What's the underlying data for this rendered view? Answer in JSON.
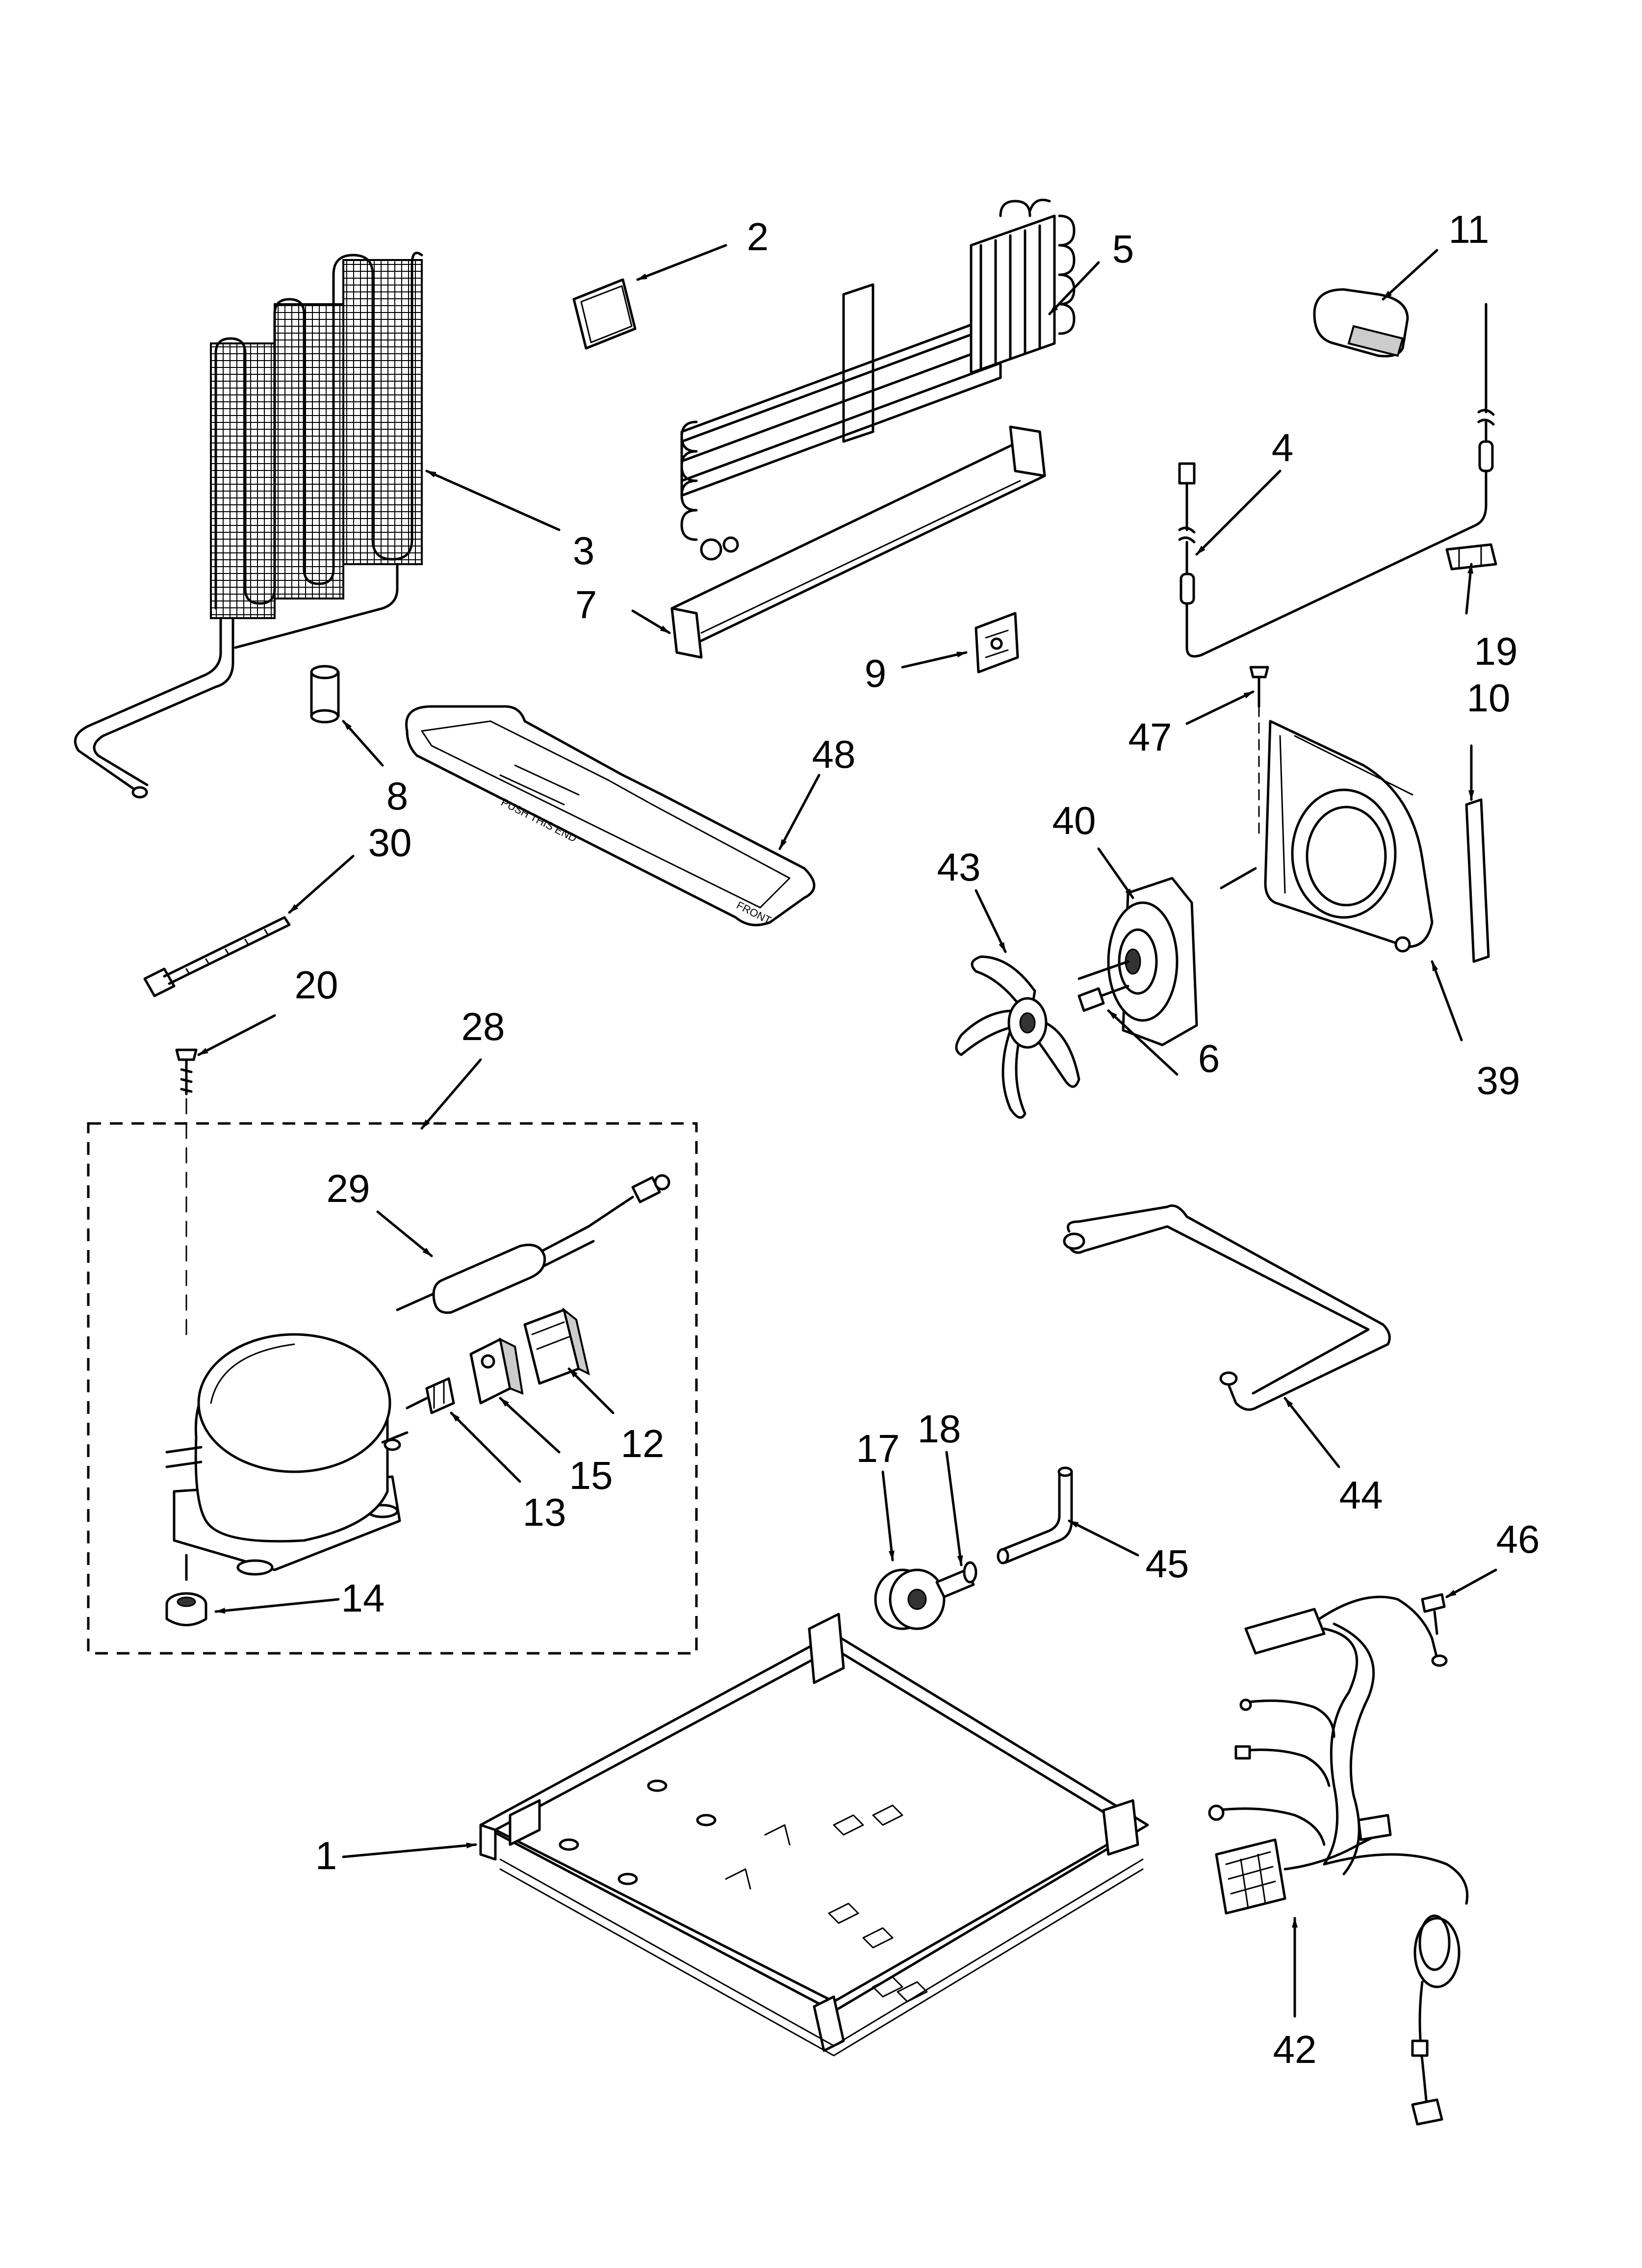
{
  "diagram": {
    "parts": [
      {
        "id": "p1",
        "label": "1"
      },
      {
        "id": "p2",
        "label": "2"
      },
      {
        "id": "p3",
        "label": "3"
      },
      {
        "id": "p4",
        "label": "4"
      },
      {
        "id": "p5",
        "label": "5"
      },
      {
        "id": "p6",
        "label": "6"
      },
      {
        "id": "p7",
        "label": "7"
      },
      {
        "id": "p8",
        "label": "8"
      },
      {
        "id": "p9",
        "label": "9"
      },
      {
        "id": "p10",
        "label": "10"
      },
      {
        "id": "p11",
        "label": "11"
      },
      {
        "id": "p12",
        "label": "12"
      },
      {
        "id": "p13",
        "label": "13"
      },
      {
        "id": "p14",
        "label": "14"
      },
      {
        "id": "p15",
        "label": "15"
      },
      {
        "id": "p17",
        "label": "17"
      },
      {
        "id": "p18",
        "label": "18"
      },
      {
        "id": "p19",
        "label": "19"
      },
      {
        "id": "p20",
        "label": "20"
      },
      {
        "id": "p28",
        "label": "28"
      },
      {
        "id": "p29",
        "label": "29"
      },
      {
        "id": "p30",
        "label": "30"
      },
      {
        "id": "p39",
        "label": "39"
      },
      {
        "id": "p40",
        "label": "40"
      },
      {
        "id": "p42",
        "label": "42"
      },
      {
        "id": "p43",
        "label": "43"
      },
      {
        "id": "p44",
        "label": "44"
      },
      {
        "id": "p45",
        "label": "45"
      },
      {
        "id": "p46",
        "label": "46"
      },
      {
        "id": "p47",
        "label": "47"
      },
      {
        "id": "p48",
        "label": "48"
      }
    ]
  }
}
